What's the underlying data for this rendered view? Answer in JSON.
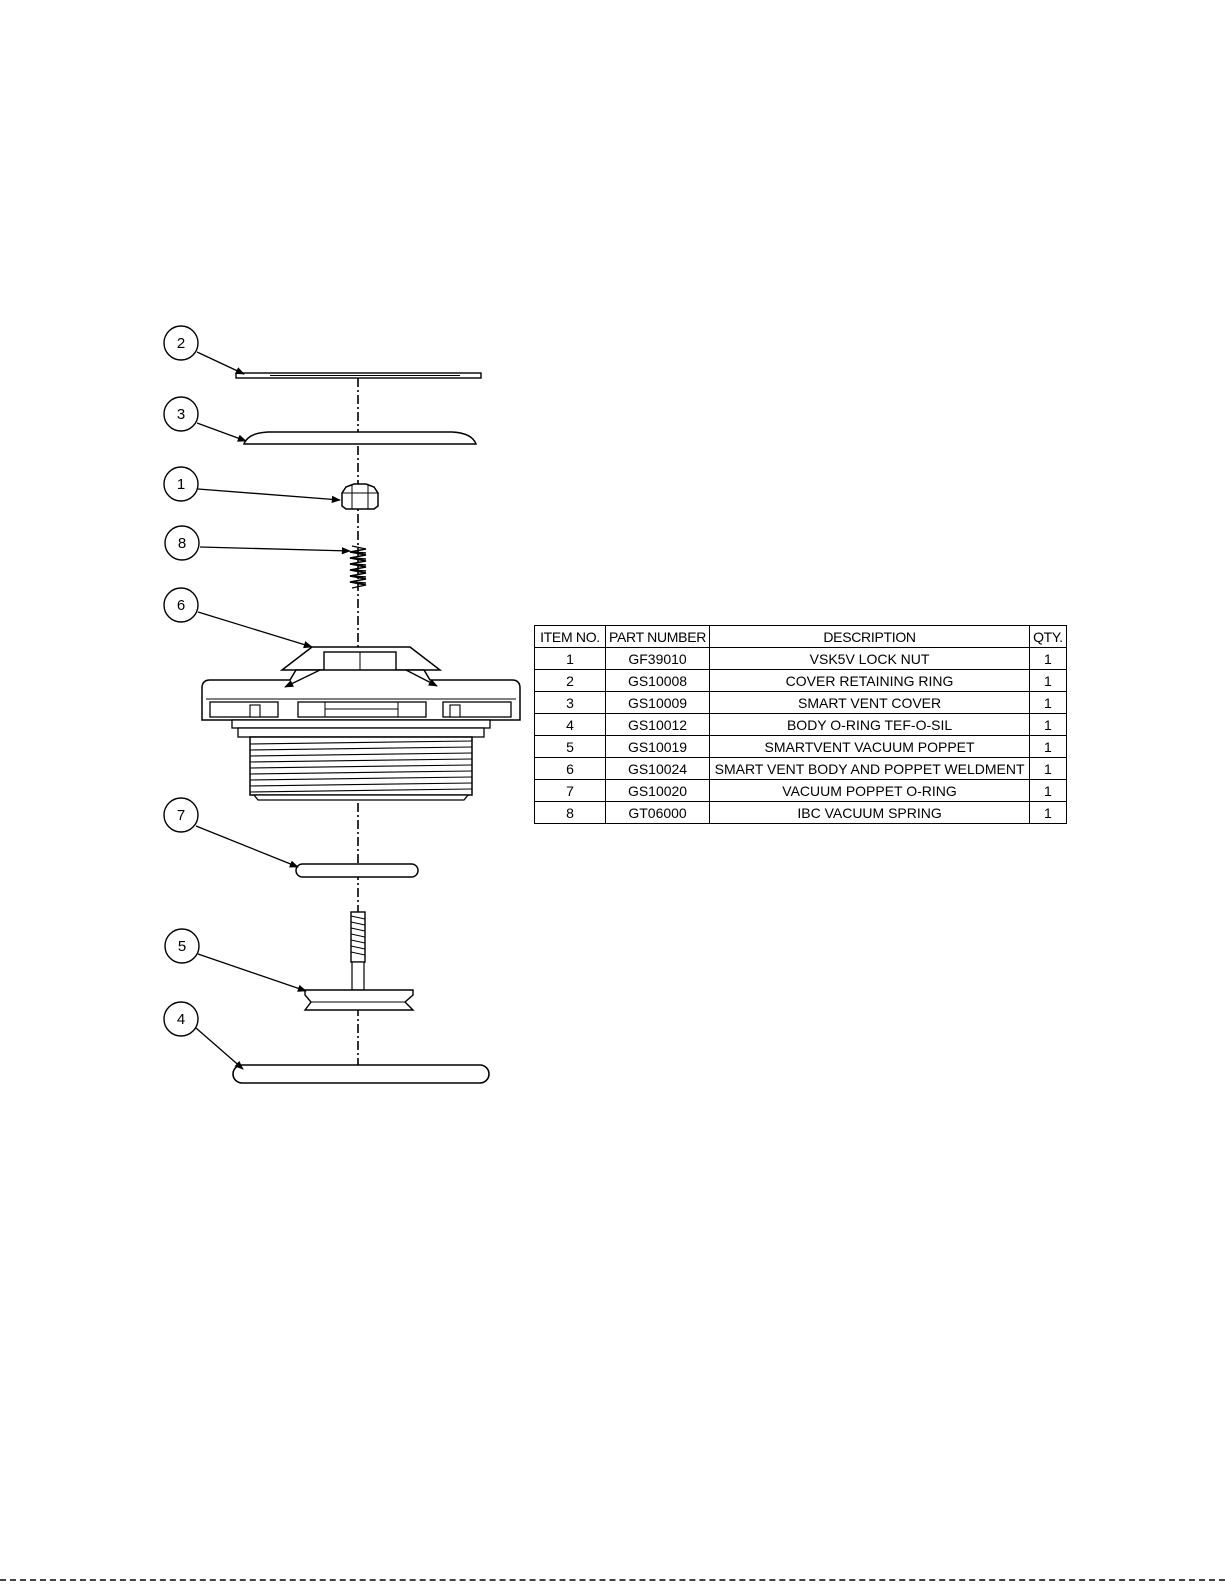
{
  "bom": {
    "headers": {
      "item_no": "ITEM NO.",
      "part_number": "PART NUMBER",
      "description": "DESCRIPTION",
      "qty": "QTY."
    },
    "rows": [
      {
        "item": "1",
        "part": "GF39010",
        "desc": "VSK5V LOCK NUT",
        "qty": "1"
      },
      {
        "item": "2",
        "part": "GS10008",
        "desc": "COVER RETAINING RING",
        "qty": "1"
      },
      {
        "item": "3",
        "part": "GS10009",
        "desc": "SMART VENT COVER",
        "qty": "1"
      },
      {
        "item": "4",
        "part": "GS10012",
        "desc": "BODY O-RING TEF-O-SIL",
        "qty": "1"
      },
      {
        "item": "5",
        "part": "GS10019",
        "desc": "SMARTVENT VACUUM POPPET",
        "qty": "1"
      },
      {
        "item": "6",
        "part": "GS10024",
        "desc": "SMART VENT BODY AND POPPET WELDMENT",
        "qty": "1"
      },
      {
        "item": "7",
        "part": "GS10020",
        "desc": "VACUUM POPPET O-RING",
        "qty": "1"
      },
      {
        "item": "8",
        "part": "GT06000",
        "desc": "IBC VACUUM SPRING",
        "qty": "1"
      }
    ]
  },
  "balloons": [
    "2",
    "3",
    "1",
    "8",
    "6",
    "7",
    "5",
    "4"
  ],
  "colors": {
    "line": "#000000",
    "background": "#ffffff"
  }
}
